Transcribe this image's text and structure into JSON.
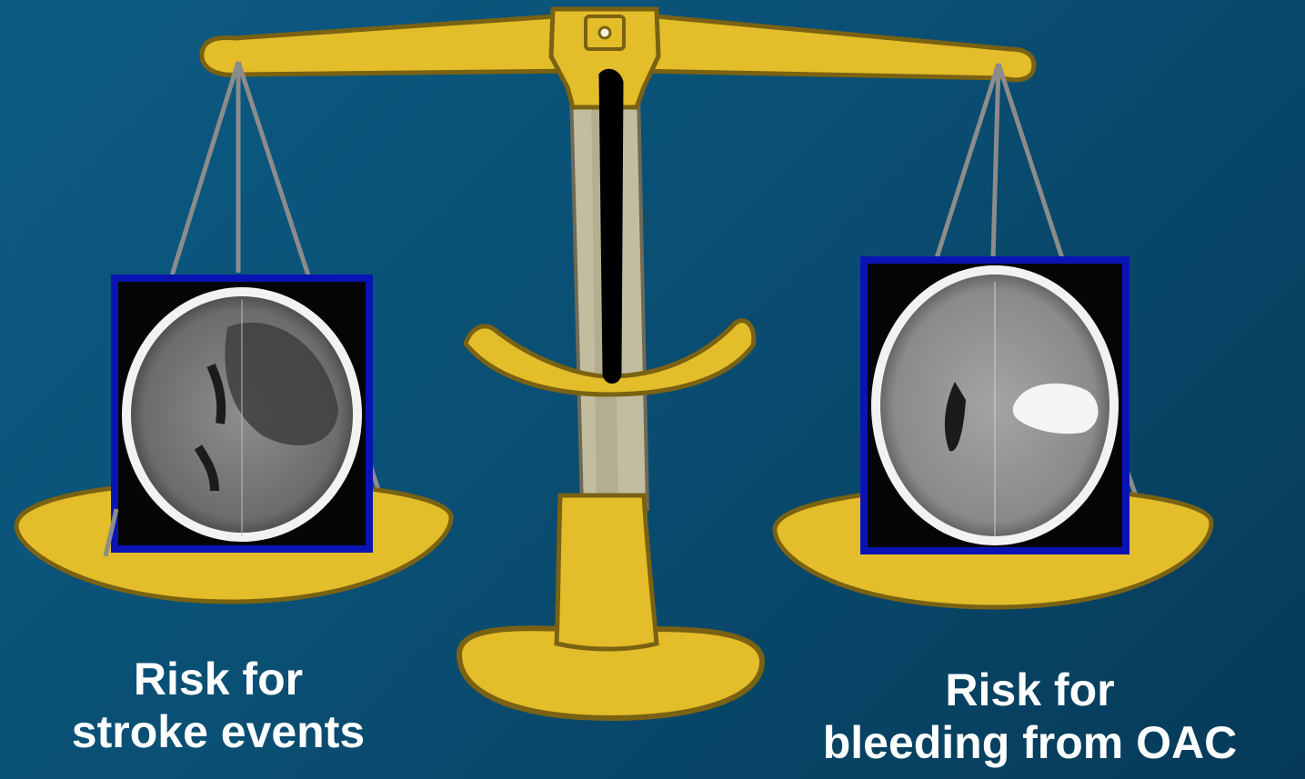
{
  "captions": {
    "left": {
      "line1": "Risk for",
      "line2": "stroke events"
    },
    "right": {
      "line1": "Risk for",
      "line2": "bleeding from OAC"
    }
  },
  "images": {
    "left": "ct-scan-ischemic-stroke",
    "right": "ct-scan-intracerebral-hemorrhage"
  },
  "colors": {
    "background": "#0a4f74",
    "scale_gold": "#e3bd2a",
    "scale_outline": "#7a6212",
    "post_gray": "#c2bd9f",
    "frame_blue": "#0a14b4",
    "caption_text": "#ffffff"
  }
}
